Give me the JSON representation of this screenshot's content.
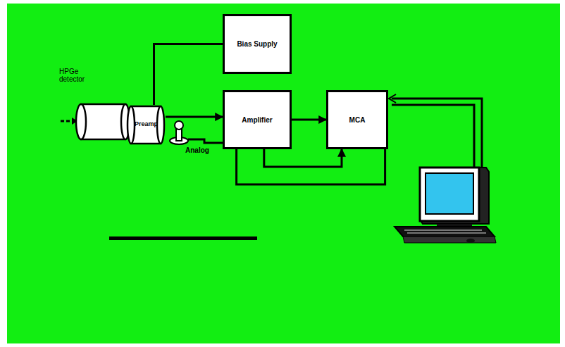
{
  "diagram": {
    "nodes": [
      {
        "text": [
          "HPGe detector"
        ]
      },
      {
        "text": [
          "Preamp"
        ]
      },
      {
        "text": [
          "Bias Supply"
        ]
      },
      {
        "text": [
          "Amplifier"
        ]
      },
      {
        "text": [
          "MCA"
        ]
      }
    ],
    "edges": [
      {
        "from": 1,
        "to": 2,
        "arrow": "none"
      },
      {
        "from": 1,
        "to": 3,
        "arrow": "to"
      },
      {
        "from": 3,
        "to": 4,
        "arrow": "to"
      },
      {
        "from": 3,
        "to": 4,
        "arrow": "to"
      },
      {
        "from": 3,
        "to": 4,
        "arrow": "none"
      }
    ],
    "labels": [
      "Analog"
    ]
  }
}
